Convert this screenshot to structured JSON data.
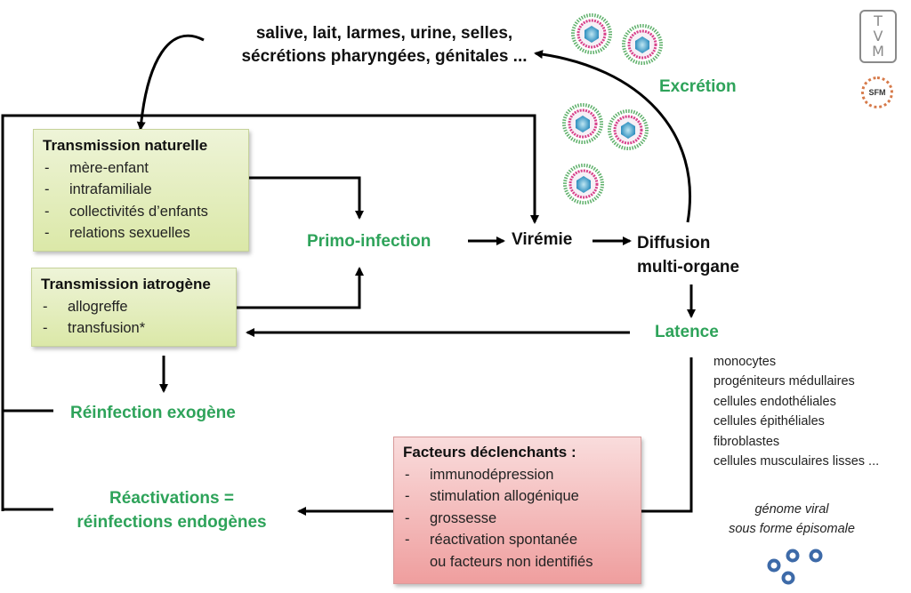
{
  "excretion_fluids": {
    "line1": "salive, lait, larmes, urine, selles,",
    "line2": "sécrétions pharyngées, génitales ..."
  },
  "labels": {
    "excretion": "Excrétion",
    "primo_infection": "Primo-infection",
    "viremie": "Virémie",
    "diffusion_line1": "Diffusion",
    "diffusion_line2": "multi-organe",
    "latence": "Latence",
    "reinfection_exogene": "Réinfection exogène",
    "reactivations_line1": "Réactivations =",
    "reactivations_line2": "réinfections endogènes"
  },
  "transmission_naturelle": {
    "title": "Transmission naturelle",
    "items": [
      "mère-enfant",
      "intrafamiliale",
      "collectivités d’enfants",
      "relations sexuelles"
    ]
  },
  "transmission_iatrogene": {
    "title": "Transmission iatrogène",
    "items": [
      "allogreffe",
      "transfusion*"
    ]
  },
  "facteurs_declenchants": {
    "title": "Facteurs déclenchants :",
    "items": [
      "immunodépression",
      "stimulation allogénique",
      "grossesse",
      "réactivation spontanée"
    ],
    "continuation": "ou facteurs non identifiés"
  },
  "latency_cells": [
    "monocytes",
    "progéniteurs médullaires",
    "cellules endothéliales",
    "cellules épithéliales",
    "fibroblastes",
    "cellules musculaires lisses ..."
  ],
  "genome": {
    "line1": "génome viral",
    "line2": "sous forme épisomale"
  },
  "logos": {
    "tvm": [
      "T",
      "V",
      "M"
    ],
    "sfm": "SFM"
  },
  "colors": {
    "accent_green": "#2ea35a",
    "box_green": "#dbe8a8",
    "box_red": "#ef9e9e",
    "episome_blue": "#3d6aa8"
  }
}
